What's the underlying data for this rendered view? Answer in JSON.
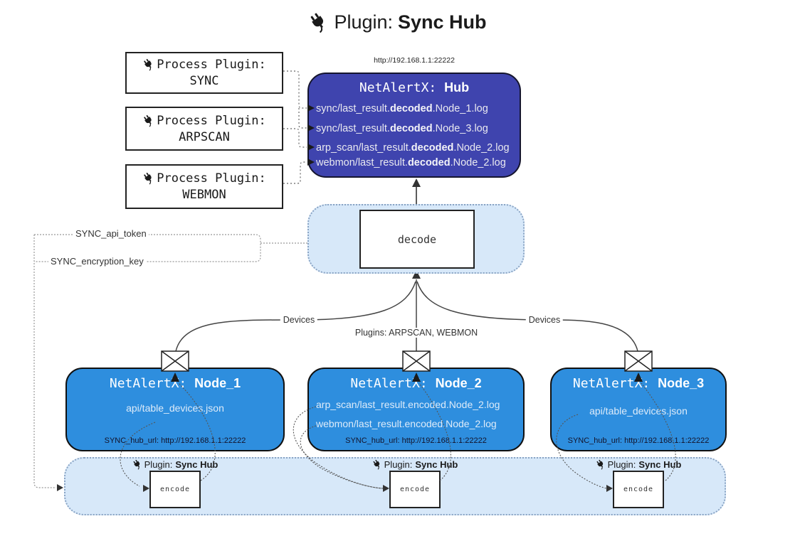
{
  "title": {
    "icon": "plug-icon",
    "prefix": "Plugin: ",
    "bold": "Sync Hub"
  },
  "process_plugins": [
    {
      "label": "Process Plugin:",
      "name": "SYNC"
    },
    {
      "label": "Process Plugin:",
      "name": "ARPSCAN"
    },
    {
      "label": "Process Plugin:",
      "name": "WEBMON"
    }
  ],
  "hub": {
    "url": "http://192.168.1.1:22222",
    "title_prefix": "NetAlertX: ",
    "title_bold": "Hub",
    "lines": [
      {
        "pre": "sync/last_result.",
        "bold": "decoded",
        "post": ".Node_1.log"
      },
      {
        "pre": "sync/last_result.",
        "bold": "decoded",
        "post": ".Node_3.log"
      },
      {
        "pre": "arp_scan/last_result.",
        "bold": "decoded",
        "post": ".Node_2.log"
      },
      {
        "pre": "webmon/last_result.",
        "bold": "decoded",
        "post": ".Node_2.log"
      }
    ]
  },
  "decode_label": "decode",
  "settings": {
    "api_token": "SYNC_api_token",
    "encryption_key": "SYNC_encryption_key"
  },
  "edge_labels": {
    "devices_left": "Devices",
    "plugins_mid": "Plugins: ARPSCAN, WEBMON",
    "devices_right": "Devices"
  },
  "nodes": [
    {
      "title_prefix": "NetAlertX: ",
      "title_bold": "Node_1",
      "lines": [
        "api/table_devices.json"
      ],
      "hub_url": "SYNC_hub_url: http://192.168.1.1:22222"
    },
    {
      "title_prefix": "NetAlertX: ",
      "title_bold": "Node_2",
      "lines": [
        "arp_scan/last_result.encoded.Node_2.log",
        "webmon/last_result.encoded.Node_2.log"
      ],
      "hub_url": "SYNC_hub_url: http://192.168.1.1:22222"
    },
    {
      "title_prefix": "NetAlertX: ",
      "title_bold": "Node_3",
      "lines": [
        "api/table_devices.json"
      ],
      "hub_url": "SYNC_hub_url: http://192.168.1.1:22222"
    }
  ],
  "encode_band": {
    "plugin_prefix": "Plugin: ",
    "plugin_bold": "Sync Hub",
    "encode_label": "encode"
  },
  "colors": {
    "hub_bg": "#3f44ae",
    "node_bg": "#2e8ede",
    "panel_bg": "#d7e8f9",
    "panel_border": "#8aa4c4",
    "ink": "#1a1a1a",
    "hub_text": "#e9e9f0",
    "node_text": "#ddebf9"
  }
}
